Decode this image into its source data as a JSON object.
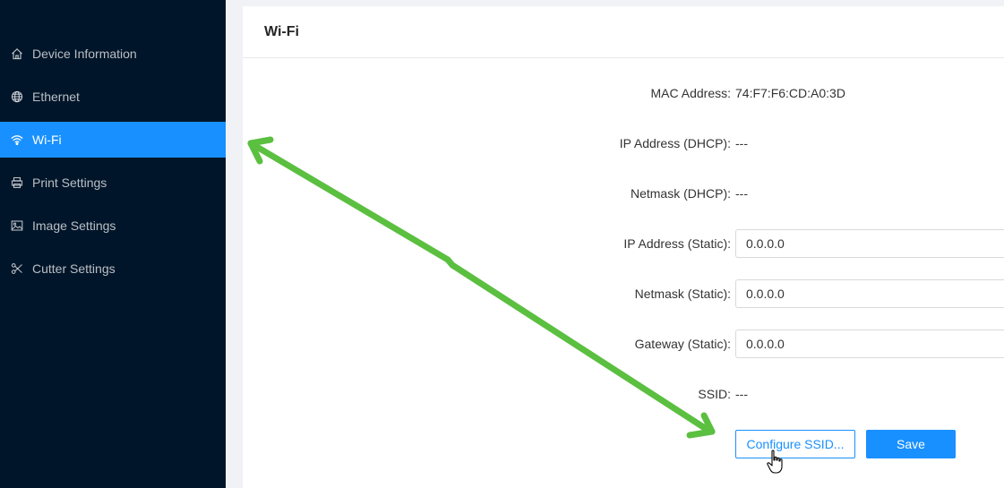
{
  "sidebar": {
    "items": [
      {
        "label": "Device Information",
        "icon": "home-icon"
      },
      {
        "label": "Ethernet",
        "icon": "globe-icon"
      },
      {
        "label": "Wi-Fi",
        "icon": "wifi-icon",
        "active": true
      },
      {
        "label": "Print Settings",
        "icon": "printer-icon"
      },
      {
        "label": "Image Settings",
        "icon": "image-icon"
      },
      {
        "label": "Cutter Settings",
        "icon": "scissors-icon"
      }
    ]
  },
  "page": {
    "title": "Wi-Fi"
  },
  "form": {
    "mac_label": "MAC Address:",
    "mac_value": "74:F7:F6:CD:A0:3D",
    "ip_dhcp_label": "IP Address (DHCP):",
    "ip_dhcp_value": "---",
    "netmask_dhcp_label": "Netmask (DHCP):",
    "netmask_dhcp_value": "---",
    "ip_static_label": "IP Address (Static):",
    "ip_static_value": "0.0.0.0",
    "netmask_static_label": "Netmask (Static):",
    "netmask_static_value": "0.0.0.0",
    "gateway_static_label": "Gateway (Static):",
    "gateway_static_value": "0.0.0.0",
    "ssid_label": "SSID:",
    "ssid_value": "---"
  },
  "buttons": {
    "configure_label": "Configure SSID...",
    "save_label": "Save"
  },
  "colors": {
    "sidebar_bg": "#001529",
    "accent": "#1890ff",
    "annotation_arrow": "#5bbf40"
  }
}
